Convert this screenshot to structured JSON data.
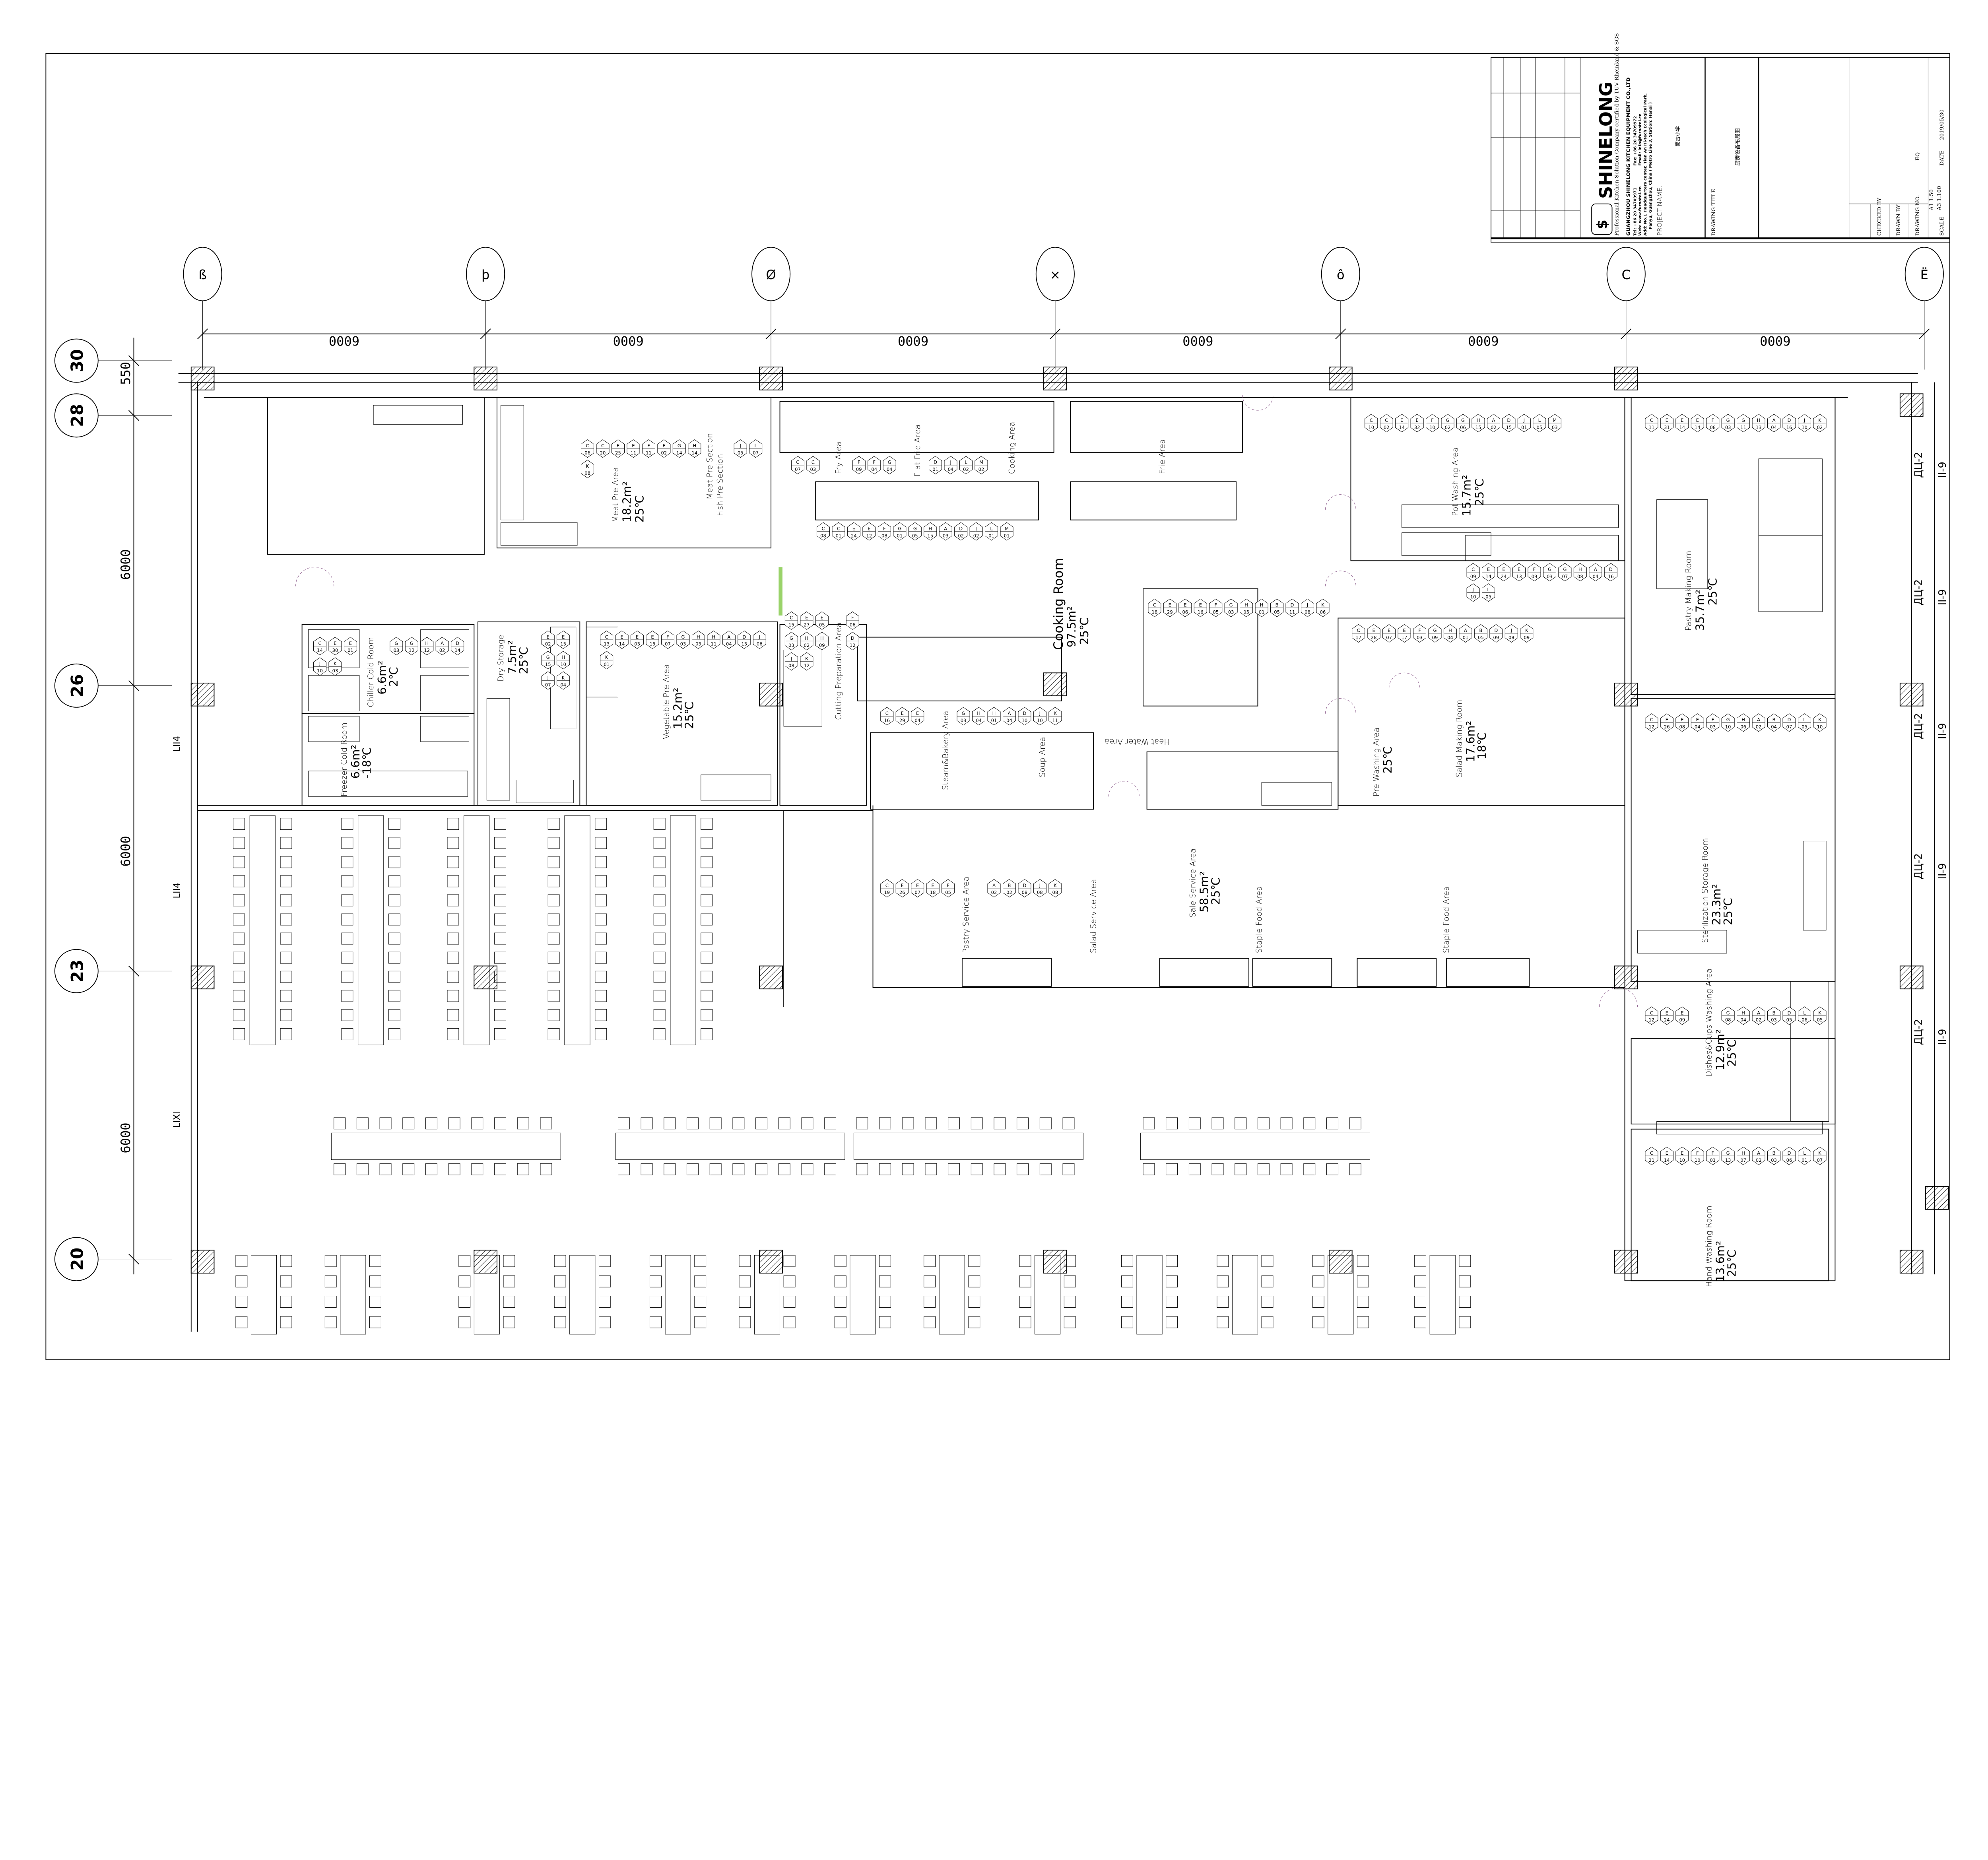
{
  "title_block": {
    "brand": "SHINELONG",
    "certification": "Professional Kitchen Solution Company certified by TUV Rheinland & SGS",
    "company": "GUANGZHOU SHINELONG KITCHEN EQUIPMENT CO.,LTD",
    "tel": "Tel: +86 20 34709971",
    "fax": "Fax: +86 20 34709972",
    "web": "Web: www.furnotel.cn",
    "email": "Email: info@furnotel.cn",
    "address_1": "Add: No.1 Headquarters center, Tian An Hi-tech Ecological Park,",
    "address_2": "Panyu, Guangzhou, China ( Metro Line 3, Station: Hanxi )",
    "project_name_label": "PROJECT NAME:",
    "project_name": "蒙古小学",
    "drawing_title_label": "DRAWING TITLE",
    "drawing_title": "厨房设备布局图",
    "checked_by_label": "CHECKED BY",
    "drawn_by_label": "DRAWN BY",
    "drawing_no_label": "DRAWING NO.",
    "drawing_no": "EQ",
    "scale_label": "SCALE",
    "scale_a1": "A1 1:50",
    "scale_a3": "A3 1:100",
    "date_label": "DATE",
    "date": "2019/05/30"
  },
  "grid": {
    "columns": [
      "ß",
      "þ",
      "Ø",
      "×",
      "ô",
      "C",
      "Ë"
    ],
    "rows": [
      "30",
      "28",
      "26",
      "23",
      "20"
    ],
    "column_spacing": [
      "6000",
      "6000",
      "6000",
      "6000",
      "6000",
      "6000"
    ],
    "row_spacing": [
      "550",
      "6000",
      "6000",
      "6000"
    ],
    "wall_marks": [
      "LII4",
      "LII4",
      "LIXI"
    ],
    "wall_types": [
      "ДЦ-2",
      "II-9"
    ]
  },
  "rooms": [
    {
      "name": "Meat Pre Area",
      "area": "18.2m²",
      "temp": "25℃"
    },
    {
      "name": "Meat Pre Section"
    },
    {
      "name": "Fish Pre Section"
    },
    {
      "name": "Fry Area"
    },
    {
      "name": "Flat Frie Area"
    },
    {
      "name": "Cooking Area"
    },
    {
      "name": "Frie Area"
    },
    {
      "name": "Cooking Room",
      "area": "97.5m²",
      "temp": "25℃"
    },
    {
      "name": "Pot Washing Area",
      "area": "15.7m²",
      "temp": "25℃"
    },
    {
      "name": "Pastry Making Room",
      "area": "35.7m²",
      "temp": "25℃"
    },
    {
      "name": "Chiller Cold Room",
      "area": "6.6m²",
      "temp": "2℃"
    },
    {
      "name": "Freezer Cold Room",
      "area": "6.6m²",
      "temp": "-18℃"
    },
    {
      "name": "Dry Storage",
      "area": "7.5m²",
      "temp": "25℃"
    },
    {
      "name": "Vegetable Pre Area",
      "area": "15.2m²",
      "temp": "25℃"
    },
    {
      "name": "Cutting Preparation Area"
    },
    {
      "name": "Steam&Bakery Area"
    },
    {
      "name": "Soup Area"
    },
    {
      "name": "Heat Water Area"
    },
    {
      "name": "Pre Washing Area",
      "temp": "25℃"
    },
    {
      "name": "Salad Making Room",
      "area": "17.6m²",
      "temp": "18℃"
    },
    {
      "name": "Pastry Service Area"
    },
    {
      "name": "Salad Service Area"
    },
    {
      "name": "Sale Service Area",
      "area": "58.5m²",
      "temp": "25℃"
    },
    {
      "name": "Staple Food Area"
    },
    {
      "name": "Staple Food Area"
    },
    {
      "name": "Sterilization Storage Room",
      "area": "23.3m²",
      "temp": "25℃"
    },
    {
      "name": "Dishes&Cups Washing Area",
      "area": "12.9m²",
      "temp": "25℃"
    },
    {
      "name": "Hand Washing Room",
      "area": "13.6m²",
      "temp": "25℃"
    }
  ],
  "equipment_tags": [
    "C 06",
    "C 07",
    "C 08",
    "C 10",
    "C 09",
    "C 11",
    "C 14",
    "C 13",
    "C 15",
    "C 16",
    "C 18",
    "C 17",
    "C 19",
    "C 12",
    "C 12",
    "C 21",
    "C 20",
    "C 03",
    "C 01",
    "C 02",
    "E 14",
    "E 31",
    "E 30",
    "E 14",
    "E 27",
    "E 29",
    "E 29",
    "E 28",
    "E 26",
    "E 26",
    "E 24",
    "E 14",
    "E 25",
    "E 24",
    "E 14",
    "E 24",
    "E 14",
    "E 01",
    "E 02",
    "E 03",
    "E 05",
    "E 04",
    "E 06",
    "E 07",
    "E 07",
    "E 08",
    "E 09",
    "E 10",
    "E 11",
    "E 12",
    "E 32",
    "E 13",
    "E 14",
    "E 15",
    "E 15",
    "E 16",
    "E 17",
    "E 18",
    "E 04",
    "F 10",
    "F 11",
    "F 09",
    "F 08",
    "F 10",
    "F 09",
    "F 08",
    "F 07",
    "F 06",
    "F 05",
    "F 03",
    "F 05",
    "F 03",
    "F 01",
    "F 02",
    "F 04",
    "G 01",
    "G 02",
    "G 03",
    "G 03",
    "G 03",
    "G 03",
    "G 03",
    "G 03",
    "G 03",
    "G 09",
    "G 10",
    "G 08",
    "G 13",
    "G 14",
    "G 04",
    "G 05",
    "G 06",
    "G 07",
    "G 11",
    "G 12",
    "G 15",
    "H 03",
    "H 02",
    "H 04",
    "H 05",
    "H 04",
    "H 06",
    "H 04",
    "H 07",
    "H 14",
    "H 15",
    "H 15",
    "H 08",
    "H 13",
    "H 12",
    "H 10",
    "H 11",
    "H 09",
    "H 01",
    "H 01",
    "A 01",
    "A 02",
    "A 02",
    "A 02",
    "A 02",
    "A 03",
    "A 02",
    "A 04",
    "A 04",
    "A 02",
    "A 04",
    "A 04",
    "B 05",
    "B 05",
    "B 02",
    "B 04",
    "B 03",
    "B 03",
    "D 01",
    "D 02",
    "D 15",
    "D 16",
    "D 16",
    "D 14",
    "D 13",
    "D 12",
    "D 10",
    "D 11",
    "D 09",
    "D 08",
    "D 07",
    "D 05",
    "D 06",
    "J 05",
    "J 04",
    "J 02",
    "J 01",
    "J 10",
    "J 10",
    "J 10",
    "J 07",
    "J 06",
    "J 08",
    "J 10",
    "J 08",
    "J 08",
    "J 08",
    "L 05",
    "L 06",
    "L 01",
    "L 07",
    "L 02",
    "L 01",
    "L 05",
    "L 05",
    "K 02",
    "K 03",
    "K 04",
    "K 01",
    "K 12",
    "K 11",
    "K 06",
    "K 09",
    "K 08",
    "K 10",
    "K 05",
    "K 07",
    "K 08",
    "M 02",
    "M 01",
    "M 03"
  ],
  "colors": {
    "line": "#000000",
    "door_swing": "#8a5a8a",
    "hatch": "#000000",
    "highlight": "#9ad36a"
  }
}
